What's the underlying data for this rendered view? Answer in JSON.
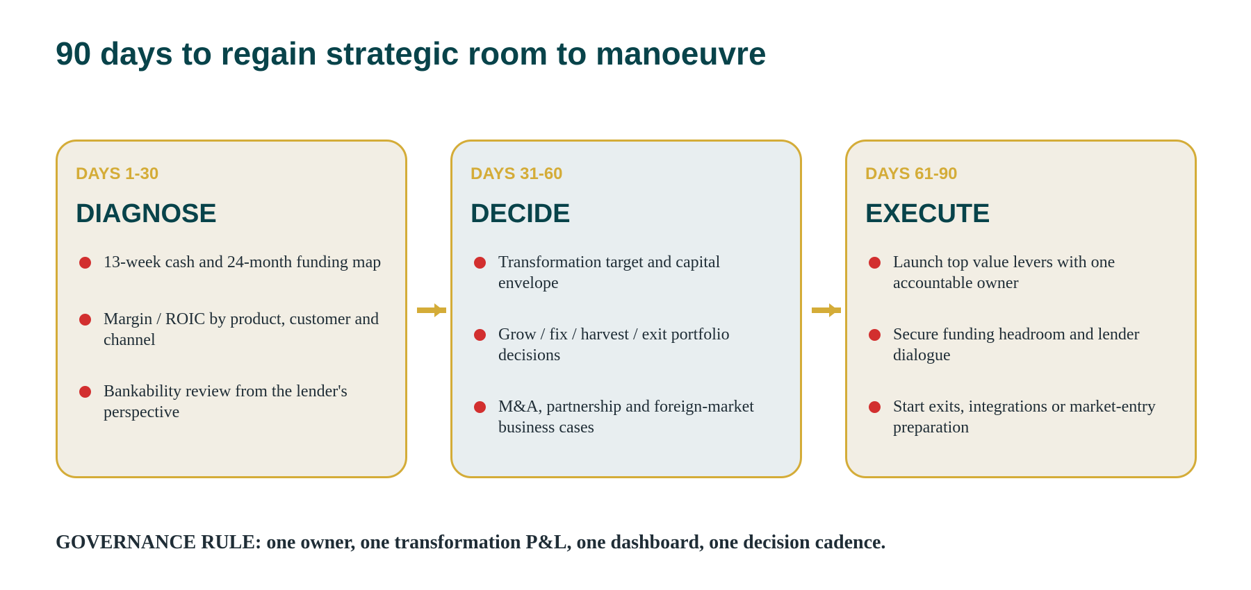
{
  "title": "90 days to regain strategic room to manoeuvre",
  "phases": [
    {
      "days": "DAYS 1-30",
      "name": "DIAGNOSE",
      "items": [
        "13-week cash and 24-month funding map",
        "Margin / ROIC by product, customer and channel",
        "Bankability review from the lender's perspective"
      ]
    },
    {
      "days": "DAYS 31-60",
      "name": "DECIDE",
      "items": [
        "Transformation target and capital envelope",
        "Grow / fix / harvest / exit portfolio decisions",
        "M&A, partnership and foreign-market business cases"
      ]
    },
    {
      "days": "DAYS 61-90",
      "name": "EXECUTE",
      "items": [
        "Launch top value levers with one accountable owner",
        "Secure funding headroom and lender dialogue",
        "Start exits, integrations or market-entry preparation"
      ]
    }
  ],
  "governance_rule": "GOVERNANCE RULE: one owner, one transformation P&L, one dashboard, one decision cadence.",
  "colors": {
    "title": "#08434a",
    "accent_gold": "#d4ac38",
    "bullet_red": "#d22f2f",
    "panel_beige": "#f2eee4",
    "panel_grey": "#e8eef0",
    "body_text": "#1f2d36"
  },
  "icons": {
    "bullet": "red-dot-icon",
    "connector": "arrow-right-icon"
  }
}
